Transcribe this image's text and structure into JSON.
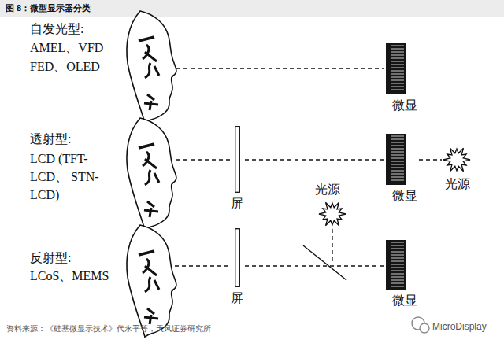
{
  "diagram": {
    "title": "图 8：微型显示器分类",
    "caption": "资料来源：《硅基微显示技术》代永平等，天风证券研究所",
    "nodes": [
      {
        "text": [
          "微显"
        ]
      },
      {
        "text": [
          "屏"
        ]
      },
      {
        "text": [
          "微显"
        ]
      },
      {
        "text": [
          "光源"
        ]
      },
      {
        "text": [
          "光源"
        ]
      },
      {
        "text": [
          "屏"
        ]
      },
      {
        "text": [
          "微显"
        ]
      }
    ],
    "edges": [
      {
        "from": 1,
        "to": 2,
        "arrow": "none"
      },
      {
        "from": 2,
        "to": 3,
        "arrow": "none"
      },
      {
        "from": 5,
        "to": 6,
        "arrow": "none"
      }
    ],
    "labels": [
      "自发光型:",
      "AMEL、VFD FED、OLED",
      "透射型:",
      "LCD (TFT-LCD、 STN-LCD)",
      "反射型:",
      "LCoS、MEMS",
      "MicroDisplay"
    ]
  }
}
